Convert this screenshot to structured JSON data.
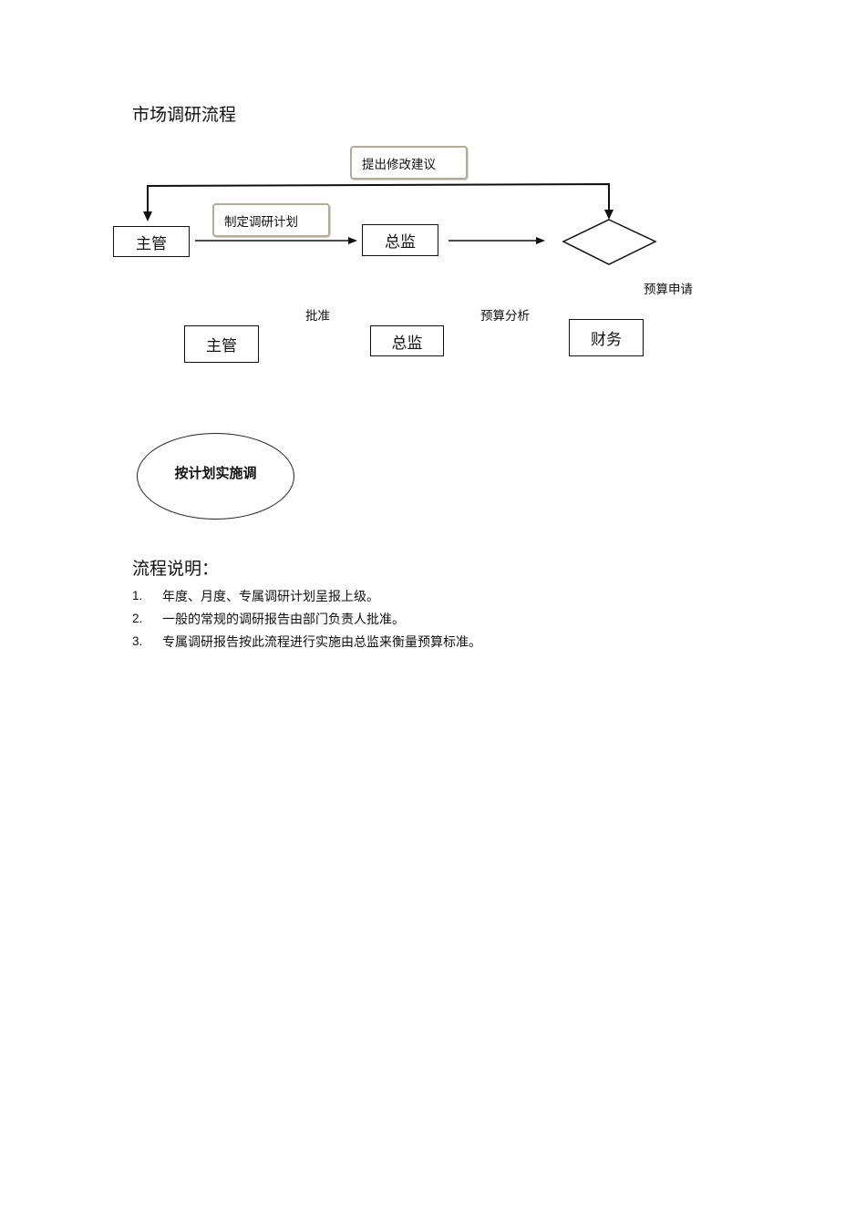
{
  "title": "市场调研流程",
  "diagram": {
    "row1": {
      "manager_box": "主管",
      "director_box": "总监",
      "plan_callout": "制定调研计划",
      "suggest_callout": "提出修改建议"
    },
    "budget_request_label": "预算申请",
    "row2": {
      "approve_label": "批准",
      "budget_analysis_label": "预算分析",
      "manager_box": "主管",
      "director_box": "总监",
      "finance_box": "财务"
    },
    "execute_ellipse": "按计划实施调"
  },
  "notes": {
    "title": "流程说明：",
    "items": [
      {
        "num": "1.",
        "text": "年度、月度、专属调研计划呈报上级。"
      },
      {
        "num": "2.",
        "text": "一般的常规的调研报告由部门负责人批准。"
      },
      {
        "num": "3.",
        "text": "专属调研报告按此流程进行实施由总监来衡量预算标准。"
      }
    ]
  }
}
